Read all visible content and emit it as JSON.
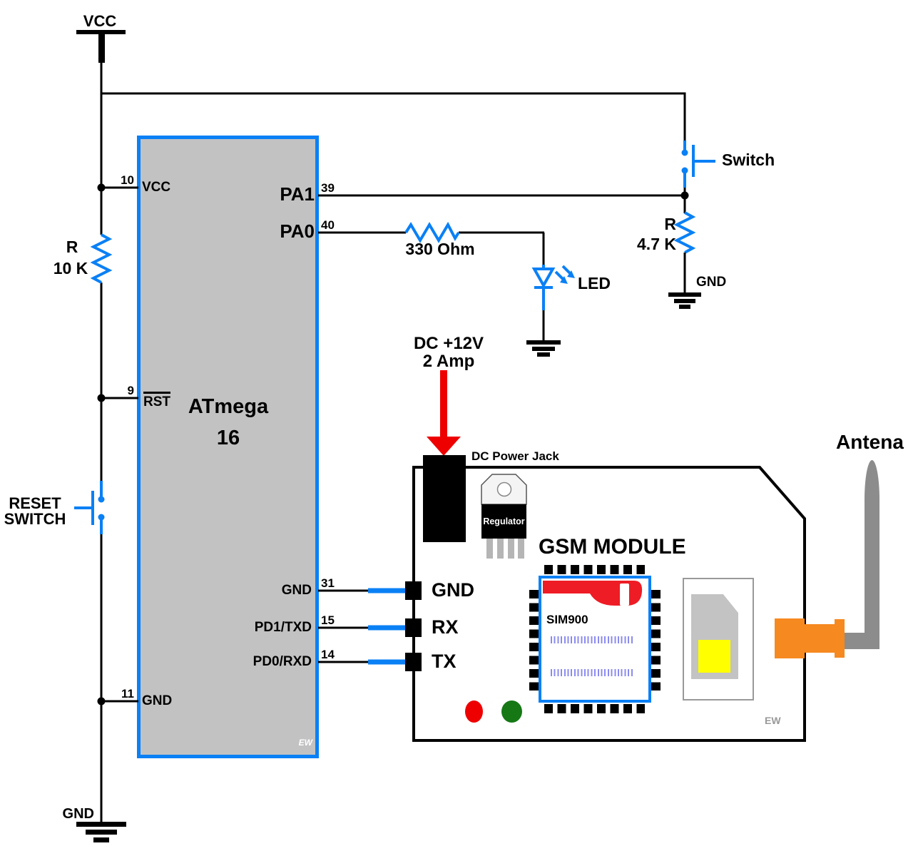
{
  "power": {
    "vcc": "VCC",
    "gnd": "GND"
  },
  "mcu": {
    "name1": "ATmega",
    "name2": "16",
    "watermark": "EW",
    "pins": {
      "p10": {
        "num": "10",
        "name": "VCC"
      },
      "p9": {
        "num": "9",
        "name": "RST"
      },
      "p11": {
        "num": "11",
        "name": "GND"
      },
      "p39": {
        "num": "39",
        "name": "PA1"
      },
      "p40": {
        "num": "40",
        "name": "PA0"
      },
      "p31": {
        "num": "31",
        "name": "GND"
      },
      "p15": {
        "num": "15",
        "name": "PD1/TXD"
      },
      "p14": {
        "num": "14",
        "name": "PD0/RXD"
      }
    }
  },
  "parts": {
    "r10k": {
      "ref": "R",
      "val": "10 K"
    },
    "r330": {
      "val": "330 Ohm"
    },
    "r47k": {
      "ref": "R",
      "val": "4.7 K"
    },
    "sw": {
      "label": "Switch"
    },
    "rsw": {
      "line1": "RESET",
      "line2": "SWITCH"
    },
    "led": {
      "label": "LED"
    },
    "psu": {
      "line1": "DC +12V",
      "line2": "2 Amp"
    }
  },
  "gsm": {
    "title": "GSM MODULE",
    "jack": "DC Power Jack",
    "regulator": "Regulator",
    "pin_gnd": "GND",
    "pin_rx": "RX",
    "pin_tx": "TX",
    "chip": "SIM900",
    "antenna": "Antena",
    "watermark": "EW"
  },
  "colors": {
    "wire_black": "#000000",
    "accent_blue": "#0a80f5",
    "chip_gray": "#c2c2c2",
    "supply_red": "#ee0000",
    "led_green": "#157815",
    "connector_orange": "#f6891f",
    "antenna_gray": "#8c8c8c",
    "sim_contact_yellow": "#ffff00",
    "tick_blue": "#8b8bef"
  }
}
